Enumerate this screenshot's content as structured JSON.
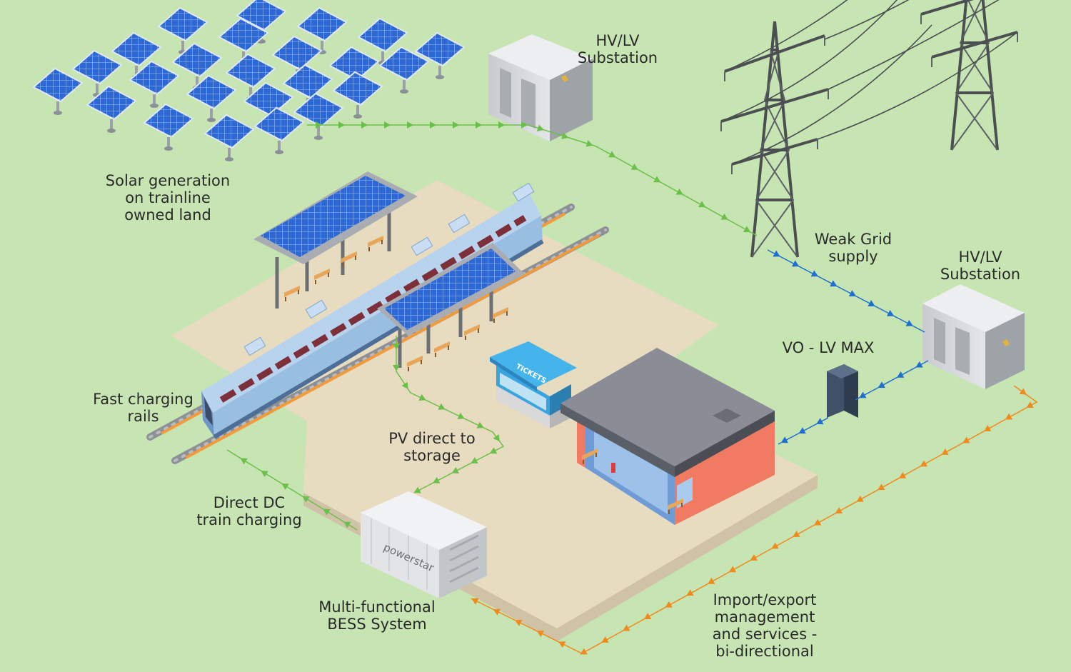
{
  "labels": {
    "solar": [
      "Solar generation",
      "on trainline",
      "owned land"
    ],
    "substation_top": [
      "HV/LV",
      "Substation"
    ],
    "substation_right": [
      "HV/LV",
      "Substation"
    ],
    "weak_grid": [
      "Weak Grid",
      "supply"
    ],
    "vo_lv_max": "VO - LV MAX",
    "fast_charging": [
      "Fast charging",
      "rails"
    ],
    "pv_direct": [
      "PV direct to",
      "storage"
    ],
    "direct_dc": [
      "Direct DC",
      "train charging"
    ],
    "bess": [
      "Multi-functional",
      "BESS System"
    ],
    "import_export": [
      "Import/export",
      "management",
      "and services -",
      "bi-directional"
    ]
  },
  "signage": {
    "tickets": "TICKETS",
    "bess_brand": "powerstar"
  },
  "colors": {
    "background": "#c7e4b3",
    "solar_flow": "#6cc04a",
    "grid_flow": "#1f6fd1",
    "import_export_flow": "#f08a1c",
    "platform": "#e8dcc0",
    "building_wall": "#f07a62",
    "solar_panel": "#2f6fd6"
  }
}
